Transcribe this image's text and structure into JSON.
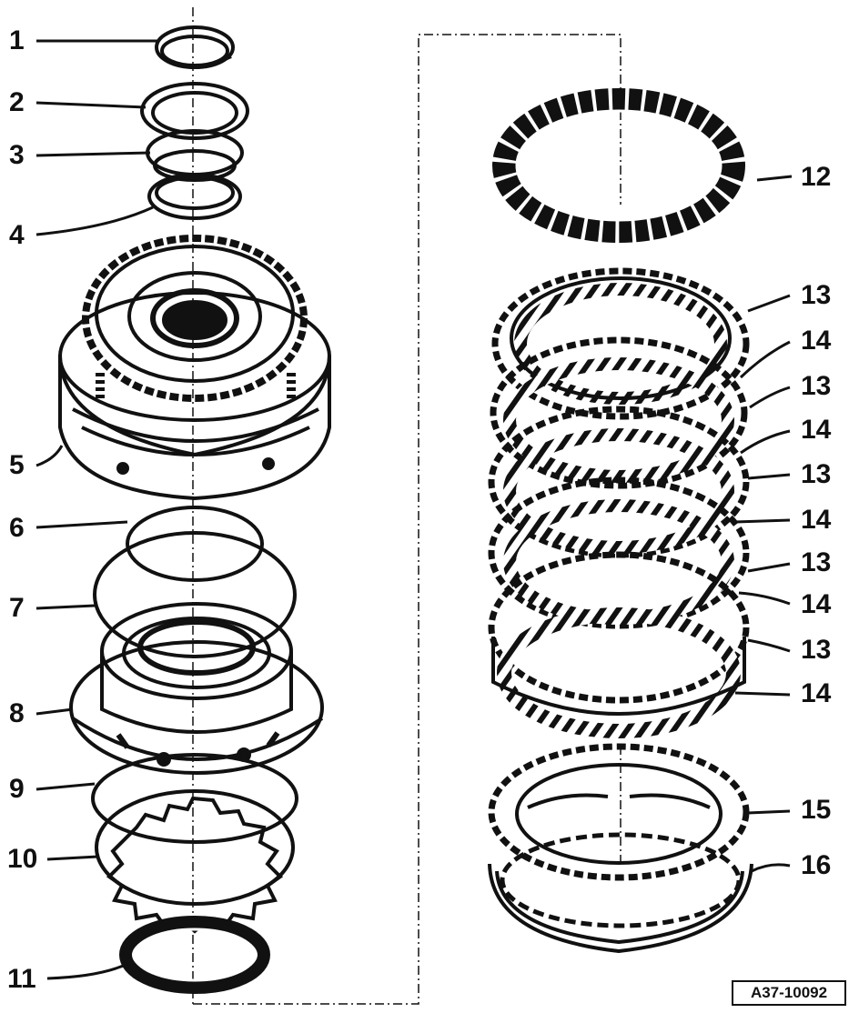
{
  "diagram": {
    "reference_code": "A37-10092",
    "callouts": [
      {
        "id": "1",
        "label": "1"
      },
      {
        "id": "2",
        "label": "2"
      },
      {
        "id": "3",
        "label": "3"
      },
      {
        "id": "4",
        "label": "4"
      },
      {
        "id": "5",
        "label": "5"
      },
      {
        "id": "6",
        "label": "6"
      },
      {
        "id": "7",
        "label": "7"
      },
      {
        "id": "8",
        "label": "8"
      },
      {
        "id": "9",
        "label": "9"
      },
      {
        "id": "10",
        "label": "10"
      },
      {
        "id": "11",
        "label": "11"
      },
      {
        "id": "12",
        "label": "12"
      },
      {
        "id": "13a",
        "label": "13"
      },
      {
        "id": "14a",
        "label": "14"
      },
      {
        "id": "13b",
        "label": "13"
      },
      {
        "id": "14b",
        "label": "14"
      },
      {
        "id": "13c",
        "label": "13"
      },
      {
        "id": "14c",
        "label": "14"
      },
      {
        "id": "13d",
        "label": "13"
      },
      {
        "id": "14d",
        "label": "14"
      },
      {
        "id": "13e",
        "label": "13"
      },
      {
        "id": "14e",
        "label": "14"
      },
      {
        "id": "15",
        "label": "15"
      },
      {
        "id": "16",
        "label": "16"
      }
    ]
  }
}
